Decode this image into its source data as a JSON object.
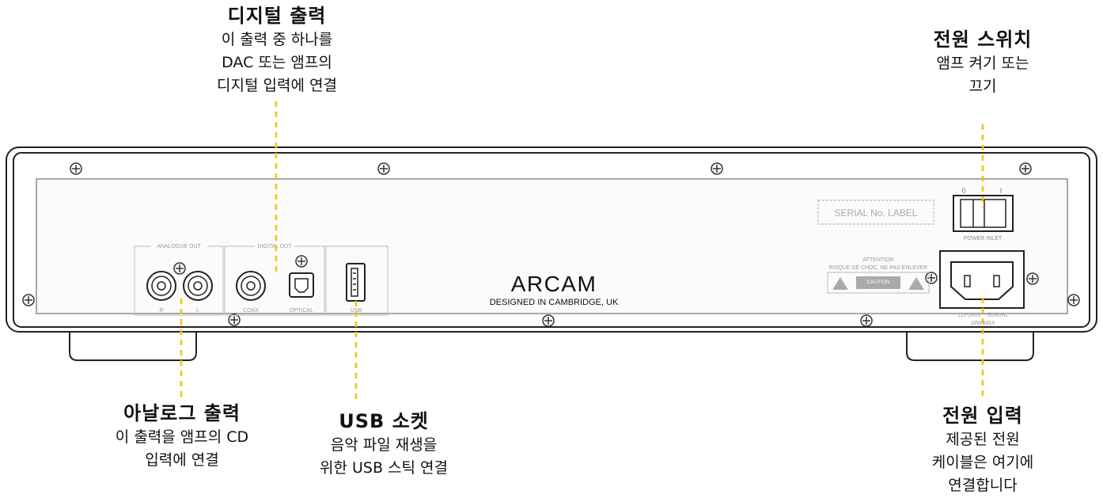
{
  "callouts": {
    "digital_out": {
      "title": "디지털 출력",
      "lines": [
        "이 출력 중 하나를",
        "DAC 또는 앰프의",
        "디지털 입력에 연결"
      ]
    },
    "power_switch": {
      "title": "전원 스위치",
      "lines": [
        "앰프 켜기 또는",
        "끄기"
      ]
    },
    "analogue_out": {
      "title": "아날로그 출력",
      "lines": [
        "이 출력을 앰프의 CD",
        "입력에 연결"
      ]
    },
    "usb_socket": {
      "title": "USB 소켓",
      "lines": [
        "음악 파일 재생을",
        "위한 USB 스틱 연결"
      ]
    },
    "power_input": {
      "title": "전원 입력",
      "lines": [
        "제공된 전원",
        "케이블은 여기에",
        "연결합니다"
      ]
    }
  },
  "panel": {
    "brand": "ARCAM",
    "brand_sub": "DESIGNED IN CAMBRIDGE, UK",
    "analogue_out_label": "ANALOGUE OUT",
    "digital_out_label": "DIGITAL OUT",
    "right_label": "R",
    "left_label": "L",
    "coax_label": "COAX",
    "optical_label": "OPTICAL",
    "usb_label": "USB",
    "serial_label": "SERIAL No. LABEL",
    "switch_off": "0",
    "switch_on": "I",
    "power_inlet_label": "POWER INLET",
    "attention_label": "ATTENTION",
    "warning_fr": "RISQUE DE CHOC, NE PAS ENLEVER",
    "caution_label": "CAUTION",
    "voltage_label": "110-240V ~ 50/60Hz",
    "power_max_label": "18W MAX"
  },
  "colors": {
    "leader_line": "#F2C500",
    "panel_stroke": "#222222",
    "label_gray": "#9a9a9a"
  }
}
